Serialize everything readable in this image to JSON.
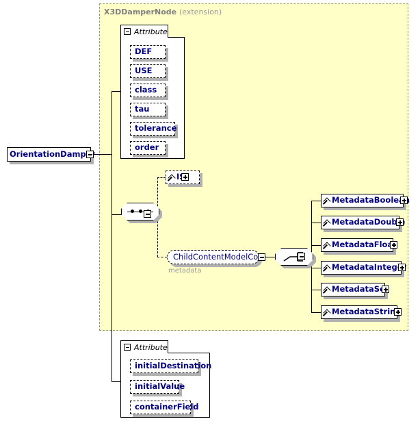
{
  "diagram": {
    "type": "xml-schema-element-diagram",
    "root_element": {
      "name": "OrientationDamper",
      "toggle": "minus-icon"
    },
    "extension_region": {
      "base_type": "X3DDamperNode",
      "kind": "(extension)",
      "fill_color": "#ffffc8",
      "border_color": "#999966"
    },
    "attribute_groups": [
      {
        "label": "Attribute",
        "toggle": "minus-icon",
        "attributes": [
          {
            "name": "DEF"
          },
          {
            "name": "USE"
          },
          {
            "name": "class"
          },
          {
            "name": "tau"
          },
          {
            "name": "tolerance"
          },
          {
            "name": "order"
          }
        ]
      },
      {
        "label": "Attribute",
        "toggle": "minus-icon",
        "attributes": [
          {
            "name": "initialDestination"
          },
          {
            "name": "initialValue"
          },
          {
            "name": "containerField"
          }
        ]
      }
    ],
    "sequence_node": {
      "kind": "sequence",
      "toggle": "minus-icon"
    },
    "choice_node": {
      "kind": "choice",
      "toggle": "minus-icon"
    },
    "content_children": [
      {
        "name": "IS",
        "toggle": "plus-icon",
        "style": "dashed-reference"
      },
      {
        "name": "ChildContentModelCore",
        "toggle": "minus-icon",
        "style": "group-reference",
        "caption": "metadata"
      }
    ],
    "metadata_elements": [
      {
        "name": "MetadataBoolean",
        "toggle": "plus-icon"
      },
      {
        "name": "MetadataDouble",
        "toggle": "plus-icon"
      },
      {
        "name": "MetadataFloat",
        "toggle": "plus-icon"
      },
      {
        "name": "MetadataInteger",
        "toggle": "plus-icon"
      },
      {
        "name": "MetadataSet",
        "toggle": "plus-icon"
      },
      {
        "name": "MetadataString",
        "toggle": "plus-icon"
      }
    ],
    "colors": {
      "element_text": "#000080",
      "extension_fill": "#ffffc8",
      "extension_border": "#999966",
      "shadow": "#b0b0b0",
      "caption_text": "#999999",
      "background": "#ffffff"
    }
  }
}
